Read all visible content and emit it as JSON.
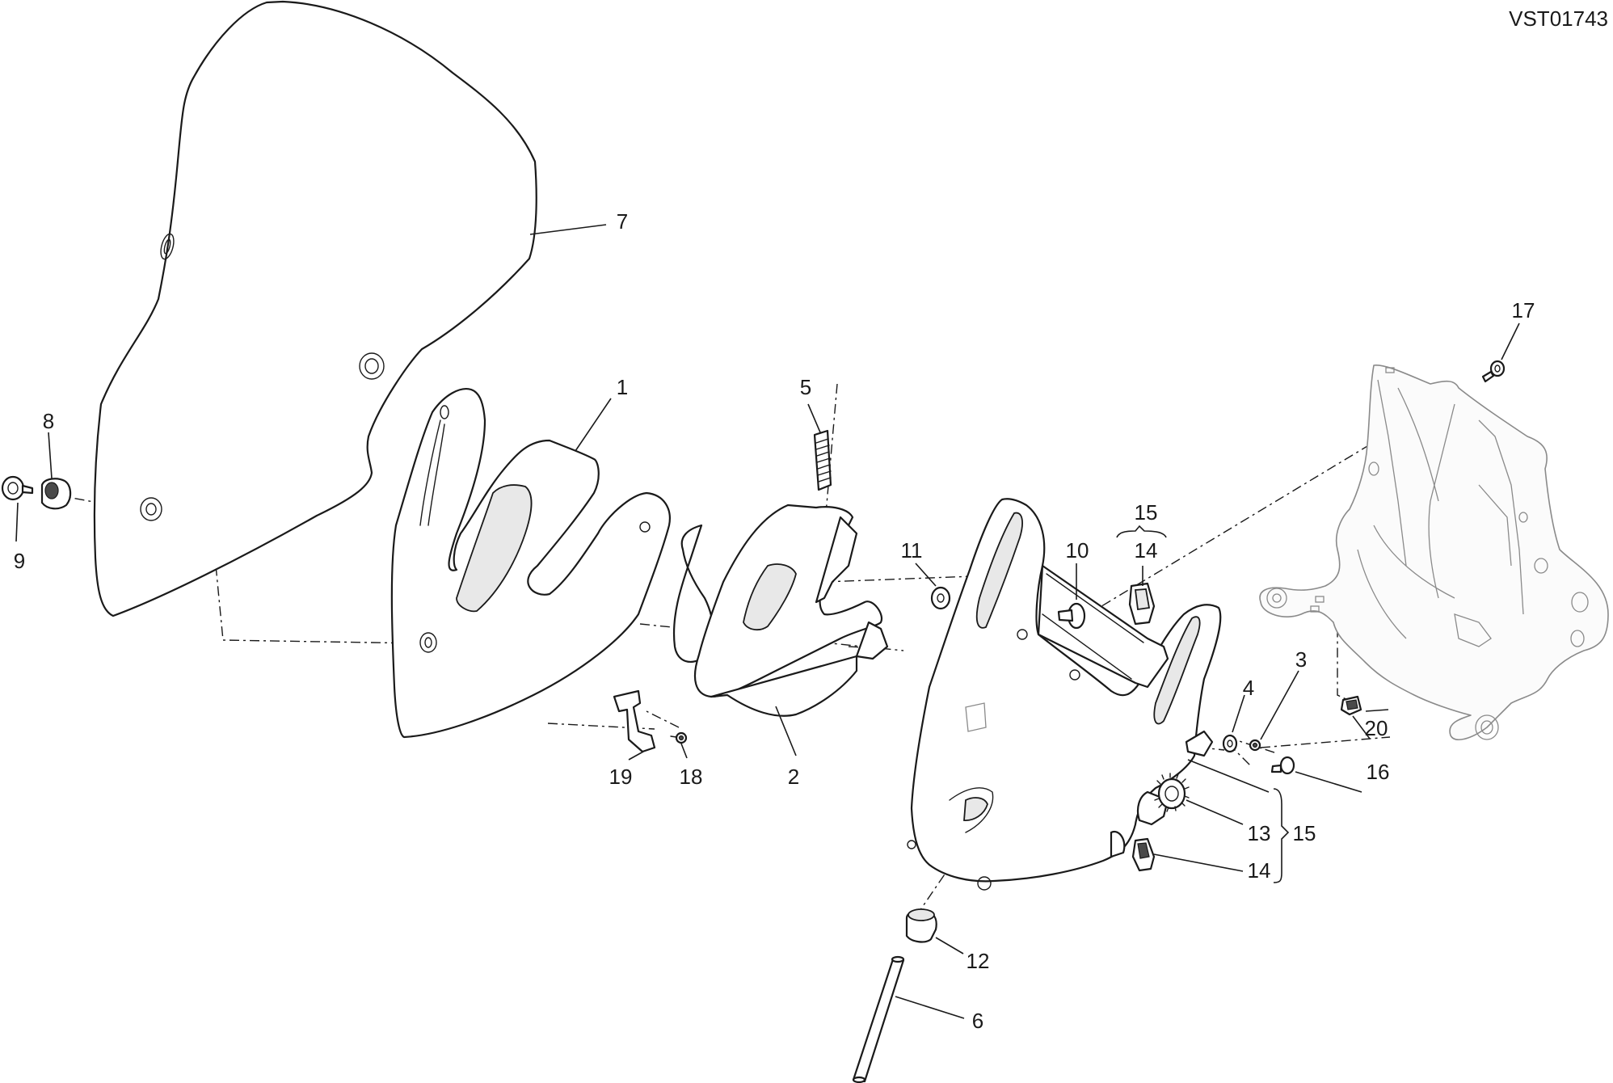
{
  "drawing_code": "VST01743",
  "callouts": [
    {
      "id": "c7",
      "label": "7"
    },
    {
      "id": "c1",
      "label": "1"
    },
    {
      "id": "c5",
      "label": "5"
    },
    {
      "id": "c8",
      "label": "8"
    },
    {
      "id": "c9",
      "label": "9"
    },
    {
      "id": "c19",
      "label": "19"
    },
    {
      "id": "c18",
      "label": "18"
    },
    {
      "id": "c2",
      "label": "2"
    },
    {
      "id": "c11",
      "label": "11"
    },
    {
      "id": "c10",
      "label": "10"
    },
    {
      "id": "c15a",
      "label": "15"
    },
    {
      "id": "c14a",
      "label": "14"
    },
    {
      "id": "c4",
      "label": "4"
    },
    {
      "id": "c3",
      "label": "3"
    },
    {
      "id": "c17",
      "label": "17"
    },
    {
      "id": "c20",
      "label": "20"
    },
    {
      "id": "c16",
      "label": "16"
    },
    {
      "id": "c13",
      "label": "13"
    },
    {
      "id": "c15b",
      "label": "15"
    },
    {
      "id": "c14b",
      "label": "14"
    },
    {
      "id": "c12",
      "label": "12"
    },
    {
      "id": "c6",
      "label": "6"
    }
  ]
}
